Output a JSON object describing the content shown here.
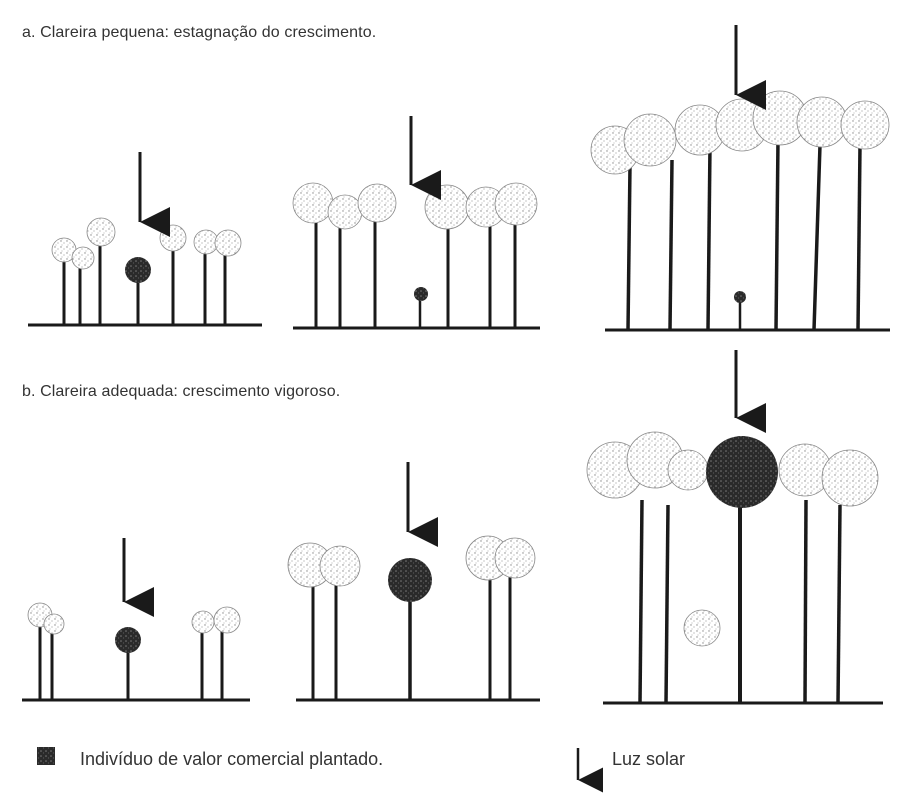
{
  "captions": {
    "a": "a. Clareira pequena: estagnação do crescimento.",
    "b": "b. Clareira adequada: crescimento vigoroso."
  },
  "legend": {
    "planted": "Indivíduo de valor comercial plantado.",
    "sunlight": "Luz solar"
  },
  "colors": {
    "ink": "#1a1a1a",
    "crown_light": "#9a9a9a",
    "crown_dark": "#1a1a1a"
  }
}
